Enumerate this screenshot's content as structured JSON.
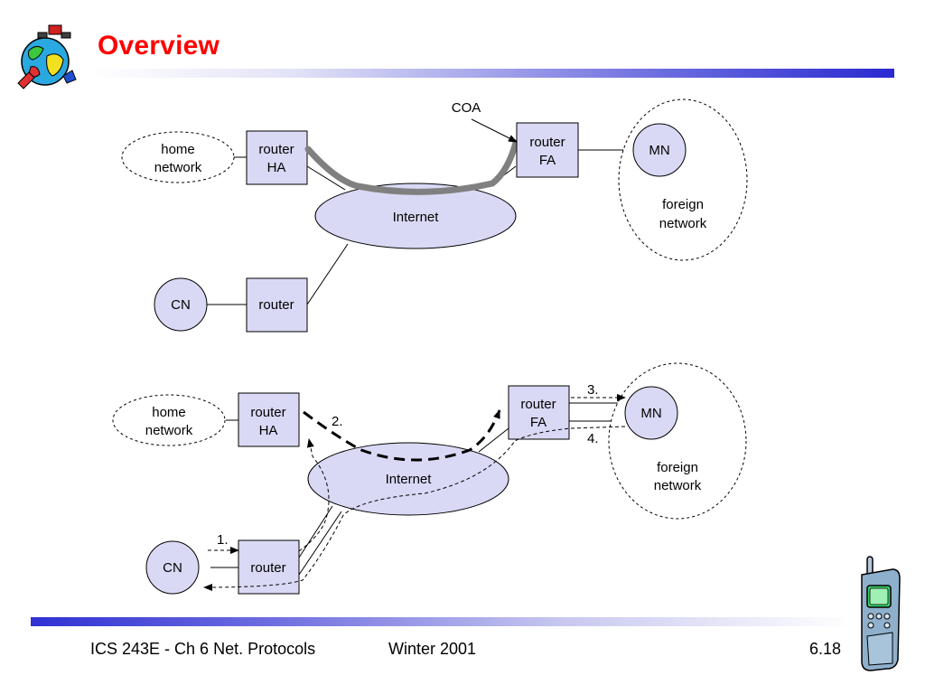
{
  "slide": {
    "title": "Overview",
    "footer_left": "ICS 243E - Ch 6 Net. Protocols",
    "footer_center": "Winter 2001",
    "footer_right": "6.18"
  },
  "top_diagram": {
    "home_network_line1": "home",
    "home_network_line2": "network",
    "router_ha_line1": "router",
    "router_ha_line2": "HA",
    "router_fa_line1": "router",
    "router_fa_line2": "FA",
    "internet": "Internet",
    "mn": "MN",
    "foreign_line1": "foreign",
    "foreign_line2": "network",
    "cn": "CN",
    "router": "router",
    "coa": "COA"
  },
  "bottom_diagram": {
    "home_network_line1": "home",
    "home_network_line2": "network",
    "router_ha_line1": "router",
    "router_ha_line2": "HA",
    "router_fa_line1": "router",
    "router_fa_line2": "FA",
    "internet": "Internet",
    "mn": "MN",
    "foreign_line1": "foreign",
    "foreign_line2": "network",
    "cn": "CN",
    "router": "router",
    "step1": "1.",
    "step2": "2.",
    "step3": "3.",
    "step4": "4."
  },
  "icons": {
    "logo": "globe-satellite-logo-icon",
    "phone": "mobile-phone-icon"
  },
  "colors": {
    "title": "#ff0000",
    "node_fill": "#d9d9f5",
    "tunnel": "#808080",
    "bar": "#2a2ad0"
  }
}
